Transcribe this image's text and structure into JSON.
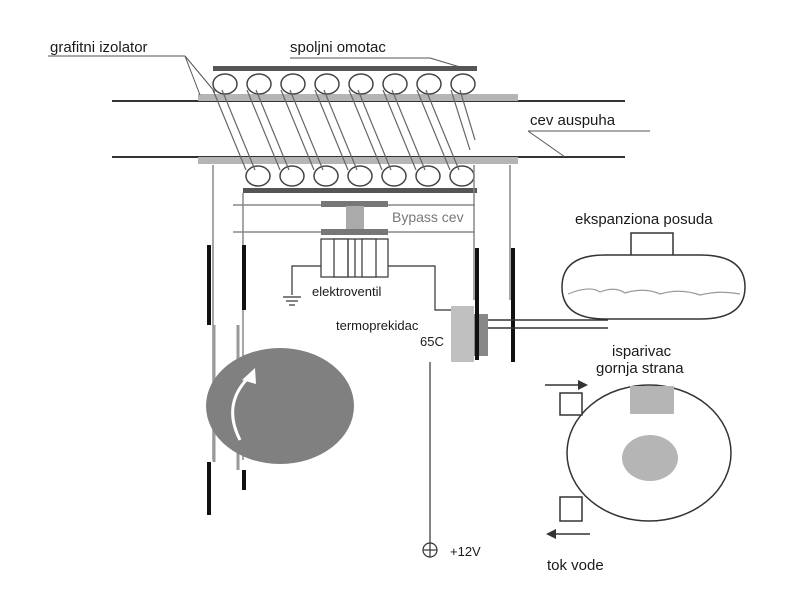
{
  "labels": {
    "graphite_insulator": "grafitni izolator",
    "outer_jacket": "spoljni omotac",
    "exhaust_pipe": "cev auspuha",
    "bypass_pipe": "Bypass cev",
    "expansion_tank": "ekspanziona posuda",
    "solenoid_valve": "elektroventil",
    "thermo_switch_line1": "termoprekidac",
    "thermo_switch_line2": "65C",
    "evaporator_line1": "isparivac",
    "evaporator_line2": "gornja strana",
    "supply_voltage": "+12V",
    "water_flow": "tok vode"
  },
  "colors": {
    "line": "#222222",
    "light_gray": "#b5b5b5",
    "mid_gray": "#8c8c8c",
    "pump_gray": "#808080",
    "background": "#ffffff"
  }
}
